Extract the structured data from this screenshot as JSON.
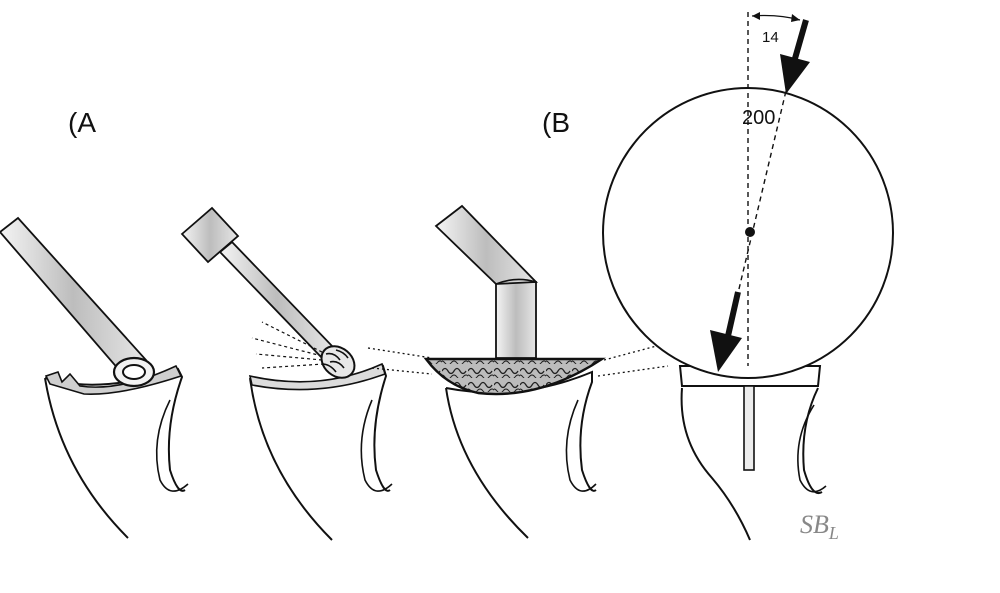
{
  "labels": {
    "panel_a": "(A",
    "panel_b": "(B",
    "angle": "14",
    "diameter": "200",
    "sb_main": "SB",
    "sb_sub": "L"
  },
  "colors": {
    "line": "#111111",
    "label_gray": "#888888",
    "instrument_fill": "#d4d4d4"
  }
}
